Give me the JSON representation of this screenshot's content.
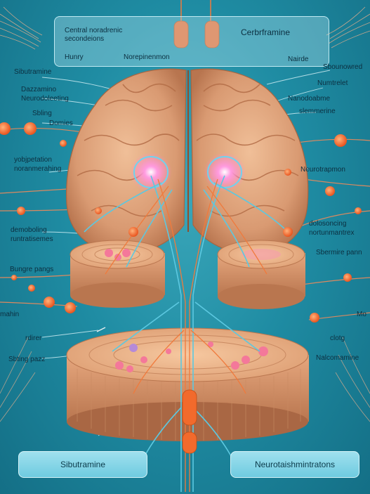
{
  "top_box": {
    "left_title": "Central noradrenic secondeions",
    "left_sub_1": "Hunry",
    "left_sub_2": "Norepinenmon",
    "right_title": "Cerbrframine",
    "right_sub": "Nairde"
  },
  "left_labels": [
    "Sibutramine",
    "Dazzamino",
    "Neurodoleeting",
    "Sbling",
    "Domies",
    "yobjpetation",
    "noranmerahing",
    "demoboling",
    "runtratisemes",
    "Bungre pangs",
    "mahin",
    "rdirer",
    "Sbting pazz"
  ],
  "right_labels": [
    "Sbounowred",
    "Numtrelet",
    "Nanodoabme",
    "slemmerine",
    "Neurotrapmon",
    "dolosoncing",
    "nortunmantrex",
    "Sbermire pann",
    "Mo",
    "clotg",
    "Nalcomamine"
  ],
  "bottom_pills": {
    "left": "Sibutramine",
    "right": "Neurotaishmintratons"
  },
  "colors": {
    "background": "#1f8ca3",
    "brain": "#dca07a",
    "nerve_blue": "#5cc8e0",
    "nerve_orange": "#f07a3c",
    "node_orange": "#f26a2c",
    "glow_pink": "#ff7fd0"
  }
}
